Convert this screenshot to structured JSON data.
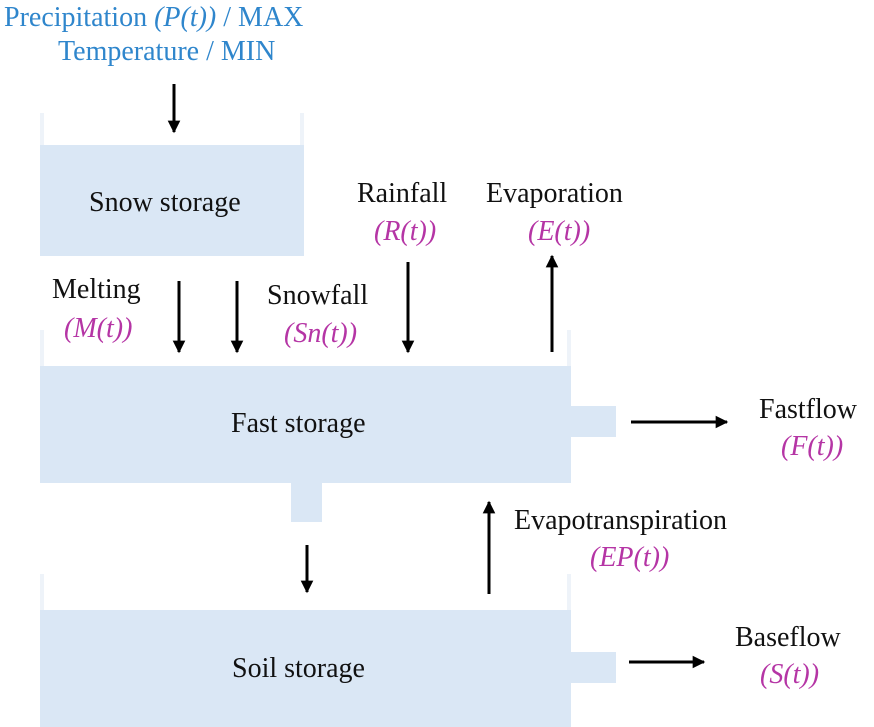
{
  "input": {
    "line1_prefix": "Precipitation ",
    "line1_var": "(P(t))",
    "line1_suffix": " / MAX",
    "line2": "Temperature / MIN"
  },
  "boxes": {
    "snow": "Snow storage",
    "fast": "Fast storage",
    "soil": "Soil storage"
  },
  "fluxes": {
    "melting": {
      "label": "Melting",
      "var": "(M(t))"
    },
    "snowfall": {
      "label": "Snowfall",
      "var": "(Sn(t))"
    },
    "rainfall": {
      "label": "Rainfall",
      "var": "(R(t))"
    },
    "evaporation": {
      "label": "Evaporation",
      "var": "(E(t))"
    },
    "fastflow": {
      "label": "Fastflow",
      "var": "(F(t))"
    },
    "evapotranspiration": {
      "label": "Evapotranspiration",
      "var": "(EP(t))"
    },
    "baseflow": {
      "label": "Baseflow",
      "var": "(S(t))"
    }
  },
  "colors": {
    "storage_fill": "#dae7f5",
    "variable_text": "#b535a5",
    "input_text": "#2f86cc",
    "arrow": "#000000"
  }
}
